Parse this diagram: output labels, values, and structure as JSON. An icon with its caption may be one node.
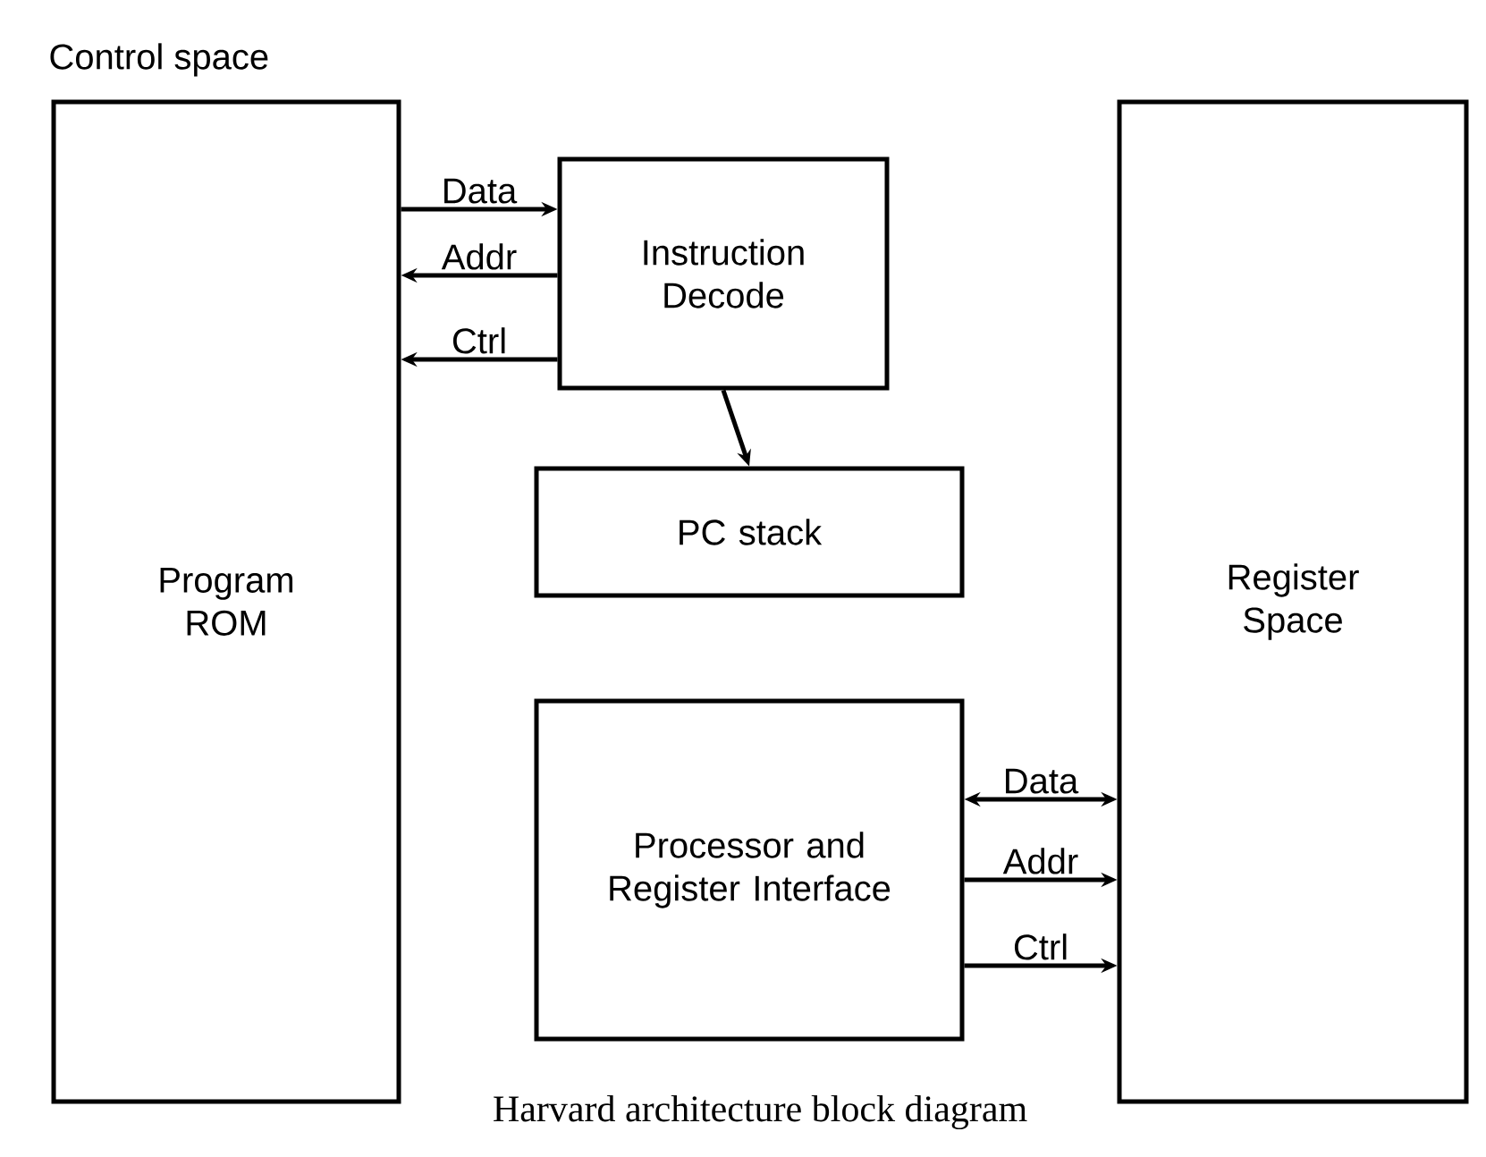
{
  "diagram": {
    "caption": "Harvard architecture block diagram",
    "nodes": [
      {
        "text": [
          "Control space",
          "Program ROM"
        ]
      },
      {
        "text": [
          "Instruction Decode"
        ]
      },
      {
        "text": [
          "PC stack"
        ]
      },
      {
        "text": [
          "Processor and Register Interface"
        ]
      },
      {
        "text": [
          "Register Space"
        ]
      }
    ],
    "edges": [
      {
        "from": 0,
        "to": 1,
        "arrow": "to",
        "label": "Data"
      },
      {
        "from": 1,
        "to": 0,
        "arrow": "to",
        "label": "Addr"
      },
      {
        "from": 1,
        "to": 0,
        "arrow": "to",
        "label": "Ctrl"
      },
      {
        "from": 1,
        "to": 2,
        "arrow": "to"
      },
      {
        "from": 3,
        "to": 4,
        "arrow": "both",
        "label": "Data"
      },
      {
        "from": 3,
        "to": 4,
        "arrow": "to",
        "label": "Addr"
      },
      {
        "from": 3,
        "to": 4,
        "arrow": "to",
        "label": "Ctrl"
      }
    ]
  }
}
